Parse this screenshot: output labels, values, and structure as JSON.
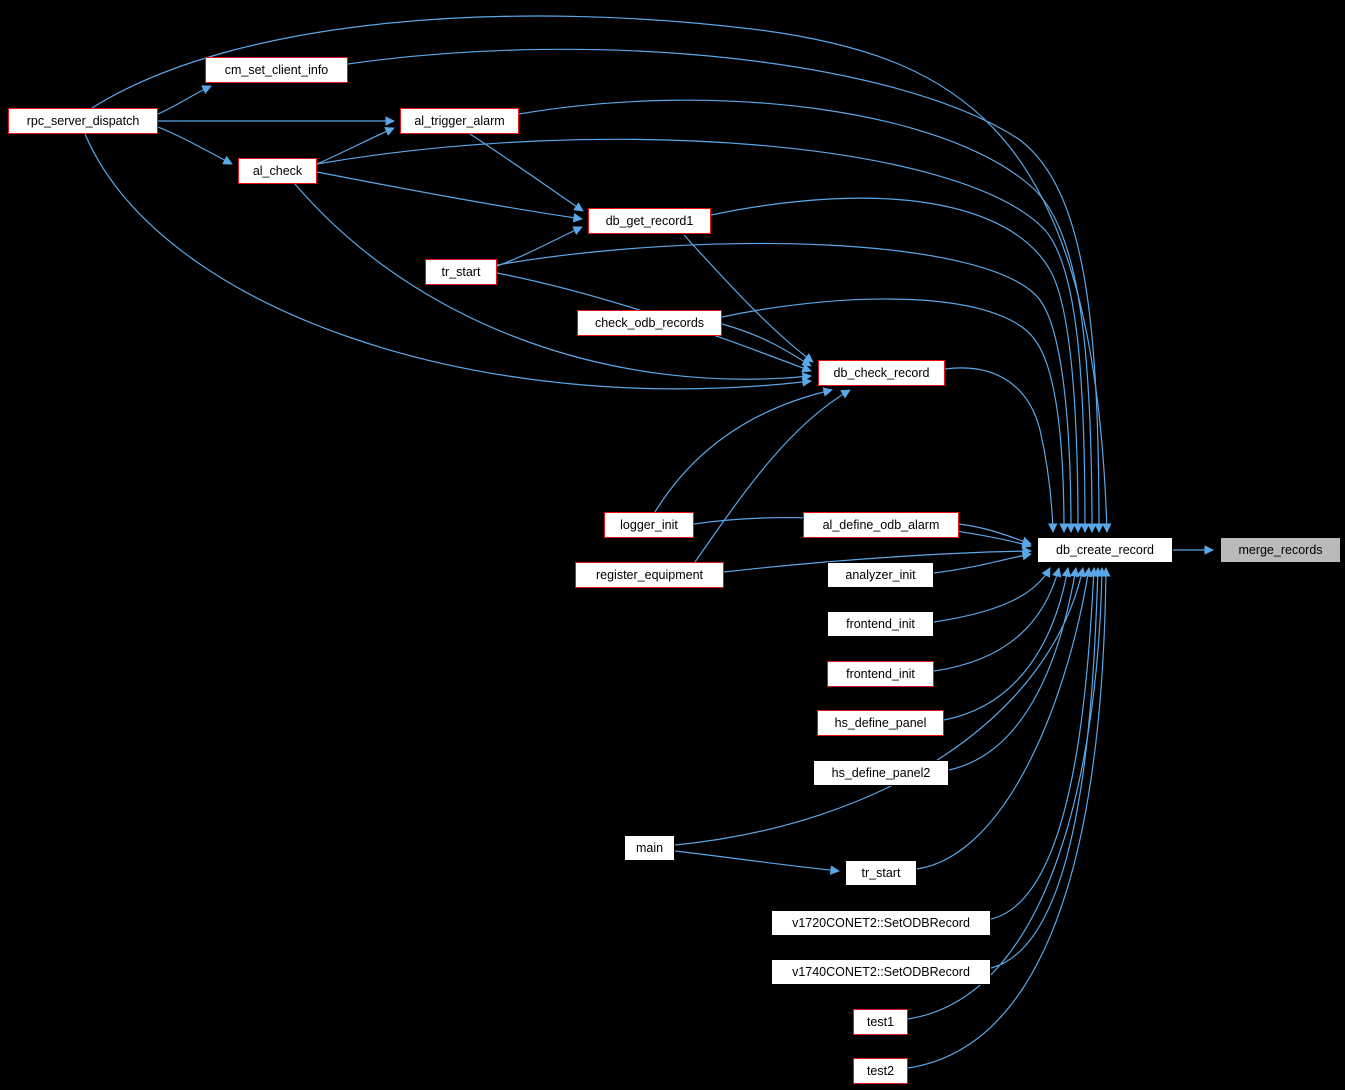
{
  "graph": {
    "type": "doxygen-call-graph",
    "focus_function": "merge_records",
    "colors": {
      "background": "#000000",
      "edge": "#5aa7e8",
      "node_fill": "#ffffff",
      "node_border_plain": "#000000",
      "node_border_truncated": "#e81010",
      "focus_node_fill": "#bababa",
      "text": "#000000"
    },
    "nodes": [
      {
        "id": "cm_set_client_info",
        "label": "cm_set_client_info",
        "style": "red"
      },
      {
        "id": "rpc_server_dispatch",
        "label": "rpc_server_dispatch",
        "style": "red"
      },
      {
        "id": "al_trigger_alarm",
        "label": "al_trigger_alarm",
        "style": "red"
      },
      {
        "id": "al_check",
        "label": "al_check",
        "style": "red"
      },
      {
        "id": "db_get_record1",
        "label": "db_get_record1",
        "style": "red"
      },
      {
        "id": "tr_start",
        "label": "tr_start",
        "style": "red"
      },
      {
        "id": "check_odb_records",
        "label": "check_odb_records",
        "style": "red"
      },
      {
        "id": "db_check_record",
        "label": "db_check_record",
        "style": "red"
      },
      {
        "id": "logger_init",
        "label": "logger_init",
        "style": "red"
      },
      {
        "id": "al_define_odb_alarm",
        "label": "al_define_odb_alarm",
        "style": "red"
      },
      {
        "id": "register_equipment",
        "label": "register_equipment",
        "style": "red"
      },
      {
        "id": "analyzer_init",
        "label": "analyzer_init",
        "style": "plain"
      },
      {
        "id": "db_create_record",
        "label": "db_create_record",
        "style": "plain"
      },
      {
        "id": "merge_records",
        "label": "merge_records",
        "style": "focus"
      },
      {
        "id": "frontend_init",
        "label": "frontend_init",
        "style": "plain"
      },
      {
        "id": "frontend_init_2",
        "label": "frontend_init",
        "style": "red"
      },
      {
        "id": "hs_define_panel",
        "label": "hs_define_panel",
        "style": "red"
      },
      {
        "id": "hs_define_panel2",
        "label": "hs_define_panel2",
        "style": "plain"
      },
      {
        "id": "main",
        "label": "main",
        "style": "plain"
      },
      {
        "id": "tr_start_2",
        "label": "tr_start",
        "style": "plain"
      },
      {
        "id": "v1720CONET2_SetODBRecord",
        "label": "v1720CONET2::SetODBRecord",
        "style": "plain"
      },
      {
        "id": "v1740CONET2_SetODBRecord",
        "label": "v1740CONET2::SetODBRecord",
        "style": "plain"
      },
      {
        "id": "test1",
        "label": "test1",
        "style": "red"
      },
      {
        "id": "test2",
        "label": "test2",
        "style": "red"
      }
    ],
    "edges": [
      {
        "from": "rpc_server_dispatch",
        "to": "cm_set_client_info"
      },
      {
        "from": "rpc_server_dispatch",
        "to": "al_trigger_alarm"
      },
      {
        "from": "rpc_server_dispatch",
        "to": "al_check"
      },
      {
        "from": "al_check",
        "to": "al_trigger_alarm"
      },
      {
        "from": "al_check",
        "to": "db_get_record1"
      },
      {
        "from": "al_trigger_alarm",
        "to": "db_get_record1"
      },
      {
        "from": "tr_start",
        "to": "db_get_record1"
      },
      {
        "from": "db_get_record1",
        "to": "db_check_record"
      },
      {
        "from": "tr_start",
        "to": "db_check_record"
      },
      {
        "from": "check_odb_records",
        "to": "db_check_record"
      },
      {
        "from": "al_check",
        "to": "db_check_record"
      },
      {
        "from": "rpc_server_dispatch",
        "to": "db_check_record"
      },
      {
        "from": "logger_init",
        "to": "db_check_record"
      },
      {
        "from": "register_equipment",
        "to": "db_check_record"
      },
      {
        "from": "rpc_server_dispatch",
        "to": "db_create_record"
      },
      {
        "from": "cm_set_client_info",
        "to": "db_create_record"
      },
      {
        "from": "al_trigger_alarm",
        "to": "db_create_record"
      },
      {
        "from": "al_check",
        "to": "db_create_record"
      },
      {
        "from": "db_get_record1",
        "to": "db_create_record"
      },
      {
        "from": "tr_start",
        "to": "db_create_record"
      },
      {
        "from": "check_odb_records",
        "to": "db_create_record"
      },
      {
        "from": "db_check_record",
        "to": "db_create_record"
      },
      {
        "from": "logger_init",
        "to": "db_create_record"
      },
      {
        "from": "register_equipment",
        "to": "db_create_record"
      },
      {
        "from": "al_define_odb_alarm",
        "to": "db_create_record"
      },
      {
        "from": "analyzer_init",
        "to": "db_create_record"
      },
      {
        "from": "frontend_init",
        "to": "db_create_record"
      },
      {
        "from": "frontend_init_2",
        "to": "db_create_record"
      },
      {
        "from": "hs_define_panel",
        "to": "db_create_record"
      },
      {
        "from": "hs_define_panel2",
        "to": "db_create_record"
      },
      {
        "from": "main",
        "to": "tr_start_2"
      },
      {
        "from": "main",
        "to": "db_create_record"
      },
      {
        "from": "tr_start_2",
        "to": "db_create_record"
      },
      {
        "from": "v1720CONET2_SetODBRecord",
        "to": "db_create_record"
      },
      {
        "from": "v1740CONET2_SetODBRecord",
        "to": "db_create_record"
      },
      {
        "from": "test1",
        "to": "db_create_record"
      },
      {
        "from": "test2",
        "to": "db_create_record"
      },
      {
        "from": "db_create_record",
        "to": "merge_records"
      }
    ]
  }
}
